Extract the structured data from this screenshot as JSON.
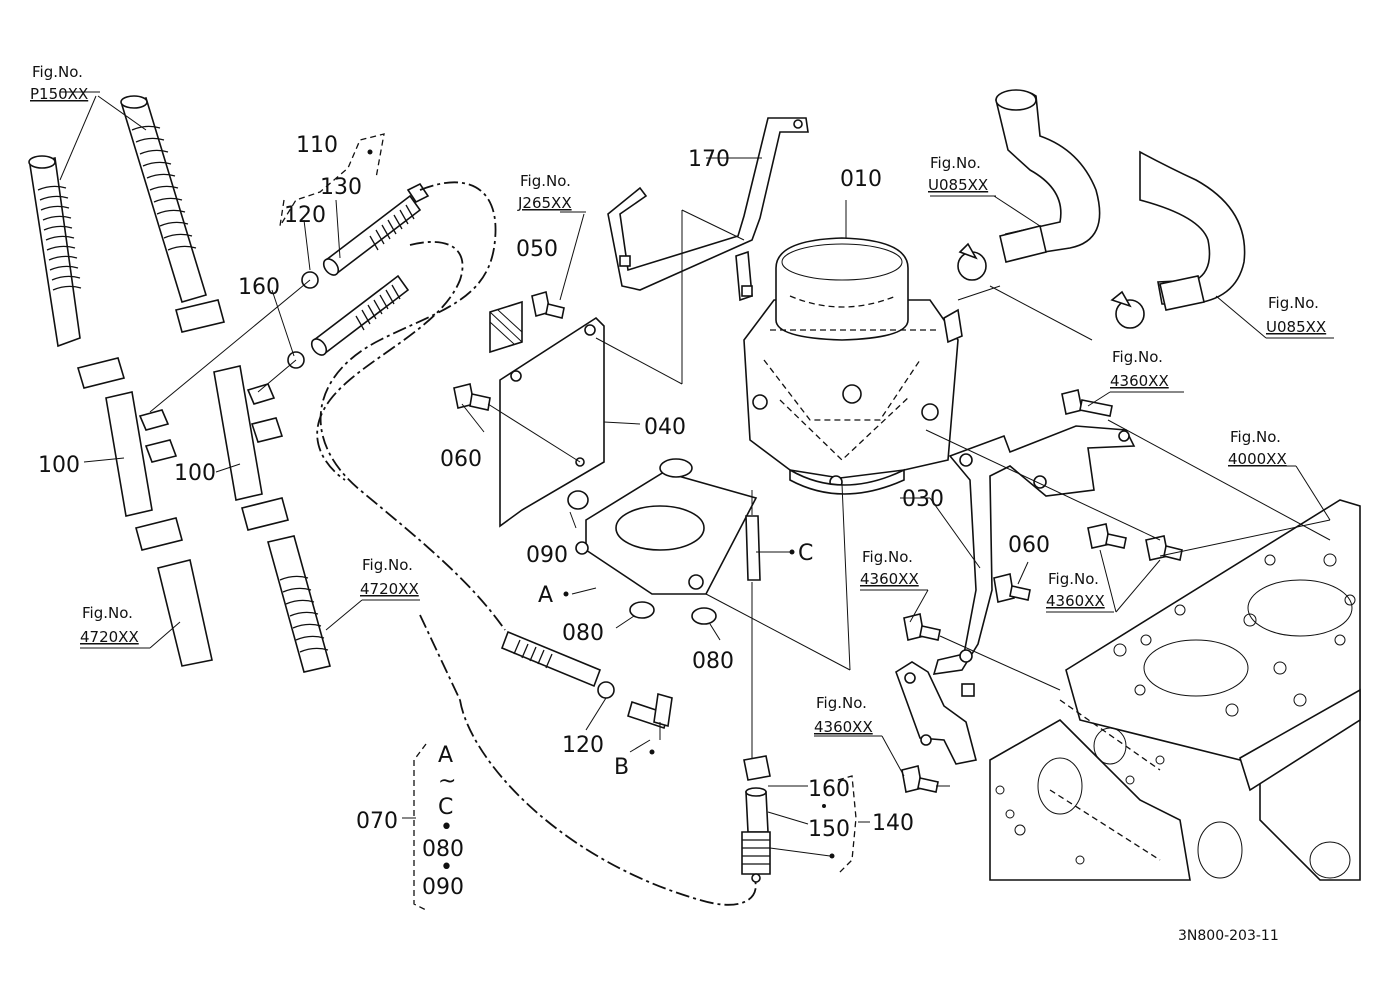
{
  "diagram": {
    "drawing_code": "3N800-203-11",
    "fig_refs": {
      "p150xx": {
        "prefix": "Fig.No.",
        "code": "P150XX"
      },
      "j265xx": {
        "prefix": "Fig.No.",
        "code": "J265XX"
      },
      "u085xx_a": {
        "prefix": "Fig.No.",
        "code": "U085XX"
      },
      "u085xx_b": {
        "prefix": "Fig.No.",
        "code": "U085XX"
      },
      "r4360xx_a": {
        "prefix": "Fig.No.",
        "code": "4360XX"
      },
      "r4000xx": {
        "prefix": "Fig.No.",
        "code": "4000XX"
      },
      "r4360xx_b": {
        "prefix": "Fig.No.",
        "code": "4360XX"
      },
      "r4360xx_c": {
        "prefix": "Fig.No.",
        "code": "4360XX"
      },
      "r4360xx_d": {
        "prefix": "Fig.No.",
        "code": "4360XX"
      },
      "r4720xx_a": {
        "prefix": "Fig.No.",
        "code": "4720XX"
      },
      "r4720xx_b": {
        "prefix": "Fig.No.",
        "code": "4720XX"
      }
    },
    "parts": {
      "p010": "010",
      "p030": "030",
      "p040": "040",
      "p050": "050",
      "p060_a": "060",
      "p060_b": "060",
      "p070": "070",
      "p080_a": "080",
      "p080_b": "080",
      "p090": "090",
      "p100_a": "100",
      "p100_b": "100",
      "p110": "110",
      "p120_a": "120",
      "p120_b": "120",
      "p130": "130",
      "p140": "140",
      "p150": "150",
      "p160_a": "160",
      "p160_b": "160",
      "p170": "170"
    },
    "points": {
      "a": "A",
      "b": "B",
      "c": "C"
    },
    "kit_070": {
      "from": "A",
      "tilde": "~",
      "to": "C",
      "dot": "•",
      "item1": "080",
      "item2": "090"
    }
  }
}
